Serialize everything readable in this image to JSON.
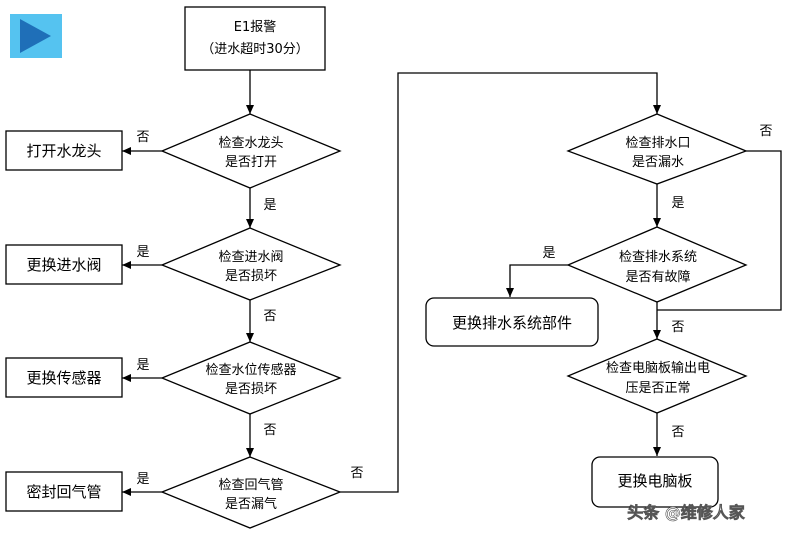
{
  "diagram": {
    "start": [
      "E1报警",
      "（进水超时30分）"
    ],
    "decisions": {
      "faucet": [
        "检查水龙头",
        "是否打开"
      ],
      "inlet_valve": [
        "检查进水阀",
        "是否损坏"
      ],
      "level_sensor": [
        "检查水位传感器",
        "是否损坏"
      ],
      "air_pipe": [
        "检查回气管",
        "是否漏气"
      ],
      "drain_outlet": [
        "检查排水口",
        "是否漏水"
      ],
      "drain_system": [
        "检查排水系统",
        "是否有故障"
      ],
      "board_voltage": [
        "检查电脑板输出电",
        "压是否正常"
      ]
    },
    "actions": {
      "open_faucet": "打开水龙头",
      "replace_inlet_valve": "更换进水阀",
      "replace_sensor": "更换传感器",
      "seal_air_pipe": "密封回气管",
      "replace_drain_parts": "更换排水系统部件",
      "replace_board": "更换电脑板"
    },
    "labels": {
      "yes": "是",
      "no": "否"
    }
  },
  "watermark": "头条 @维修人家",
  "colors": {
    "play_icon_bg": "#55c3f0",
    "play_icon_fg": "#1f6fb8"
  },
  "icons": [
    "play-icon"
  ]
}
